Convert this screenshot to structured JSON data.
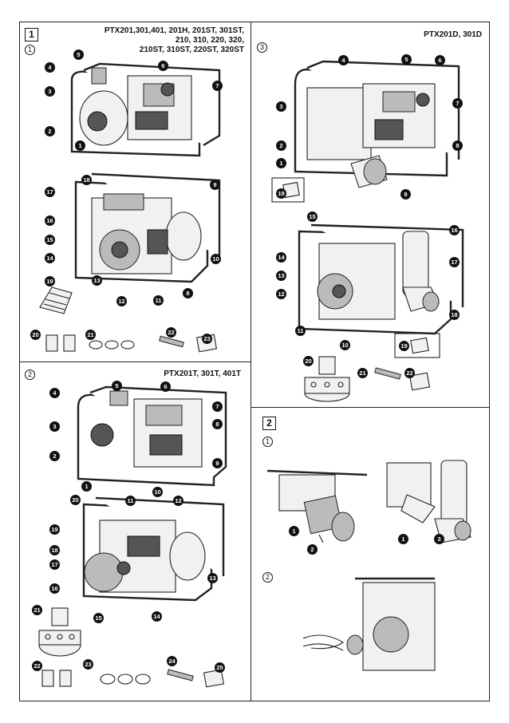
{
  "sections": {
    "s1": {
      "box": "1",
      "sub1": "1",
      "sub2": "2",
      "sub3": "3"
    },
    "s2": {
      "box": "2",
      "sub1": "1",
      "sub2": "2"
    }
  },
  "models": {
    "m1": "PTX201,301,401, 201H, 201ST, 301ST,\n210, 310, 220, 320,\n210ST, 310ST, 220ST, 320ST",
    "m2": "PTX201T, 301T, 401T",
    "m3": "PTX201D, 301D"
  },
  "callouts": {
    "p1": [
      "1",
      "2",
      "3",
      "4",
      "5",
      "6",
      "7",
      "8",
      "9",
      "10",
      "11",
      "12",
      "13",
      "14",
      "15",
      "16",
      "17",
      "18",
      "19",
      "20",
      "21",
      "22",
      "23"
    ],
    "p2": [
      "1",
      "2",
      "3",
      "4",
      "5",
      "6",
      "7",
      "8",
      "9",
      "10",
      "11",
      "12",
      "13",
      "14",
      "15",
      "16",
      "17",
      "18",
      "19",
      "20",
      "21",
      "22",
      "23",
      "24",
      "25"
    ],
    "p3": [
      "1",
      "2",
      "3",
      "4",
      "5",
      "6",
      "7",
      "8",
      "9",
      "10",
      "11",
      "12",
      "13",
      "14",
      "15",
      "16",
      "17",
      "18",
      "19",
      "20",
      "21",
      "22"
    ],
    "s2a": [
      "1",
      "2",
      "1",
      "3"
    ]
  }
}
